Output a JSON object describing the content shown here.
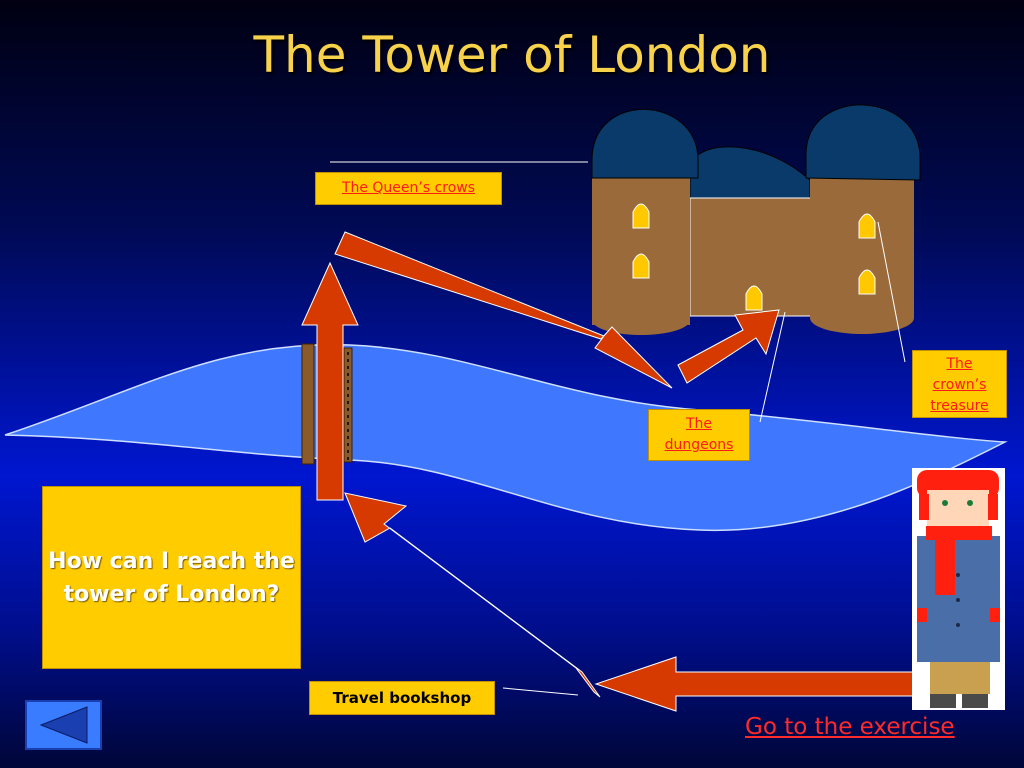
{
  "slide": {
    "title": "The Tower of London"
  },
  "labels": {
    "queens_crows": "The Queen’s crows",
    "crowns_treasure": "The crown’s treasure",
    "dungeons": "The dungeons",
    "travel_bookshop": "Travel bookshop"
  },
  "question": "How can I reach the\ntower of London?",
  "navigation": {
    "exercise_link": "Go to the exercise",
    "back_button_icon": "left-triangle-icon"
  },
  "colors": {
    "title": "#f7d24a",
    "label_background": "#ffcc00",
    "link": "#ff1a1a",
    "arrows": "#d63a00",
    "river": "#3f78ff"
  }
}
